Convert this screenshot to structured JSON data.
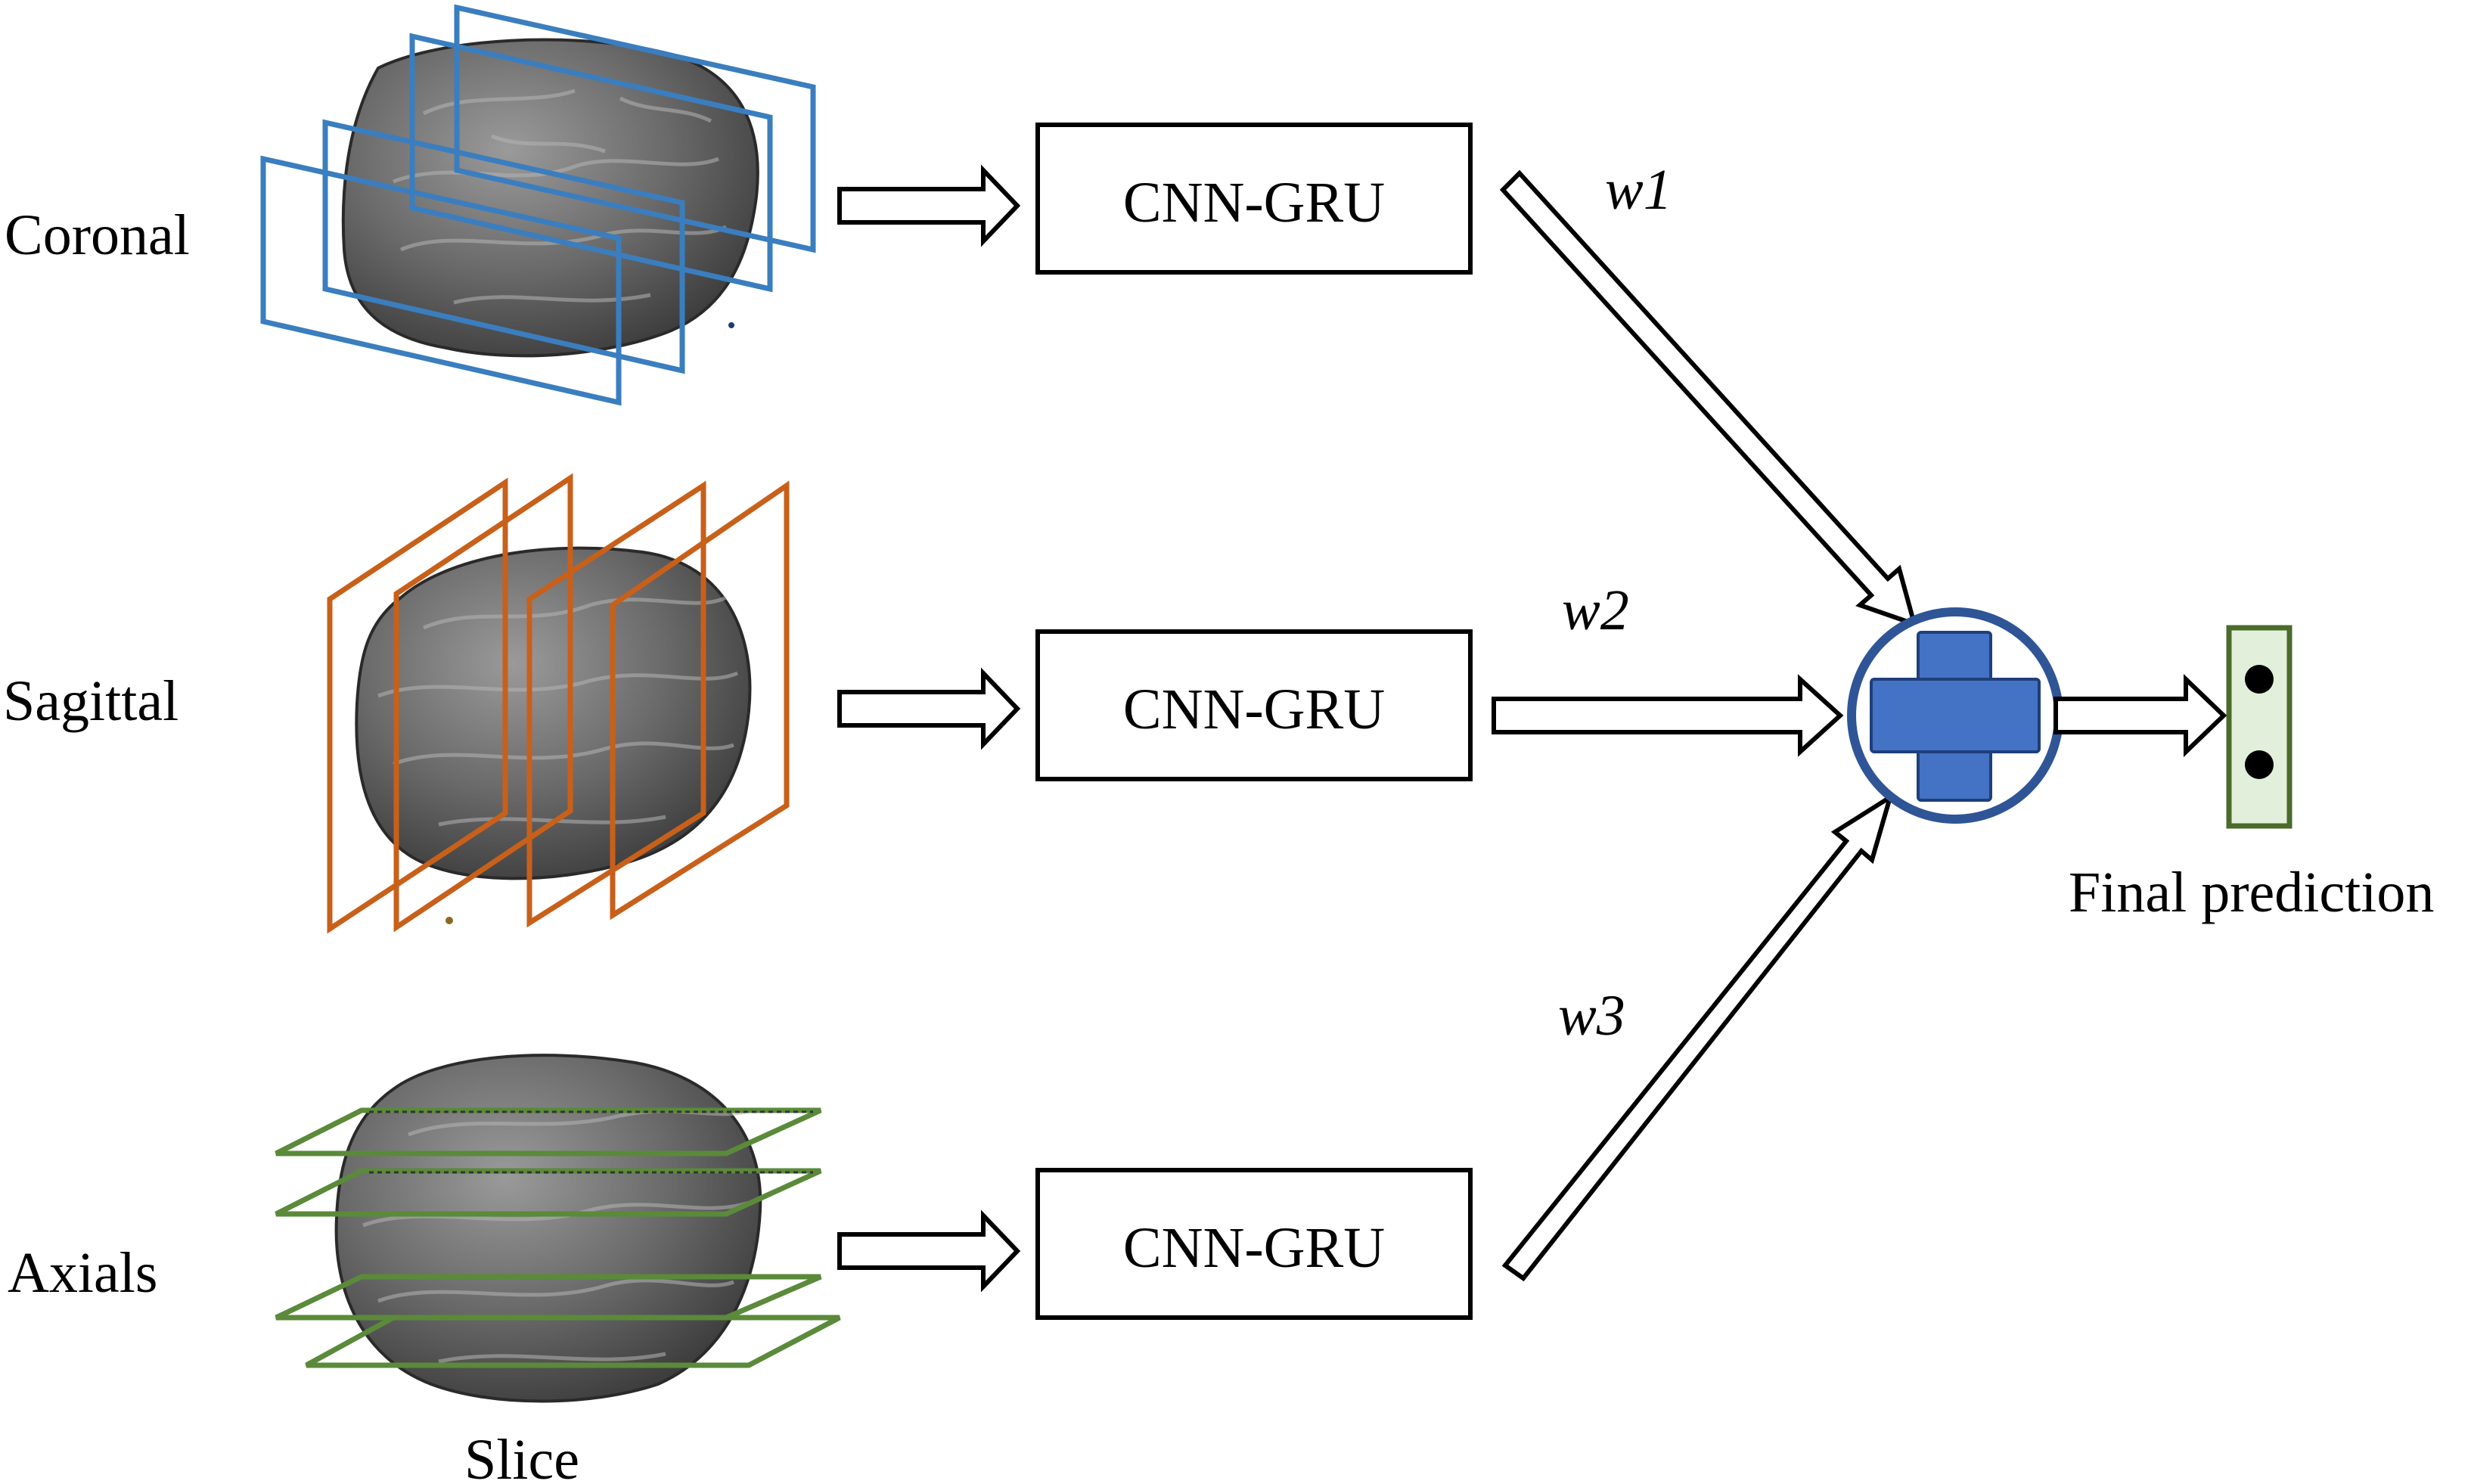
{
  "views": [
    {
      "label": "Coronal",
      "color": "#3a7ebf"
    },
    {
      "label": "Sagittal",
      "color": "#c8601a"
    },
    {
      "label": "Axials",
      "color": "#5a8a3a"
    }
  ],
  "slice_label": "Slice",
  "model_label": "CNN-GRU",
  "weights": [
    "w1",
    "w2",
    "w3"
  ],
  "output_label": "Final prediction",
  "colors": {
    "plus_fill": "#4472c4",
    "plus_ring": "#2f5597",
    "output_fill": "#e2efda",
    "output_border": "#4a6b2a",
    "brain": "#5e5e5e"
  }
}
